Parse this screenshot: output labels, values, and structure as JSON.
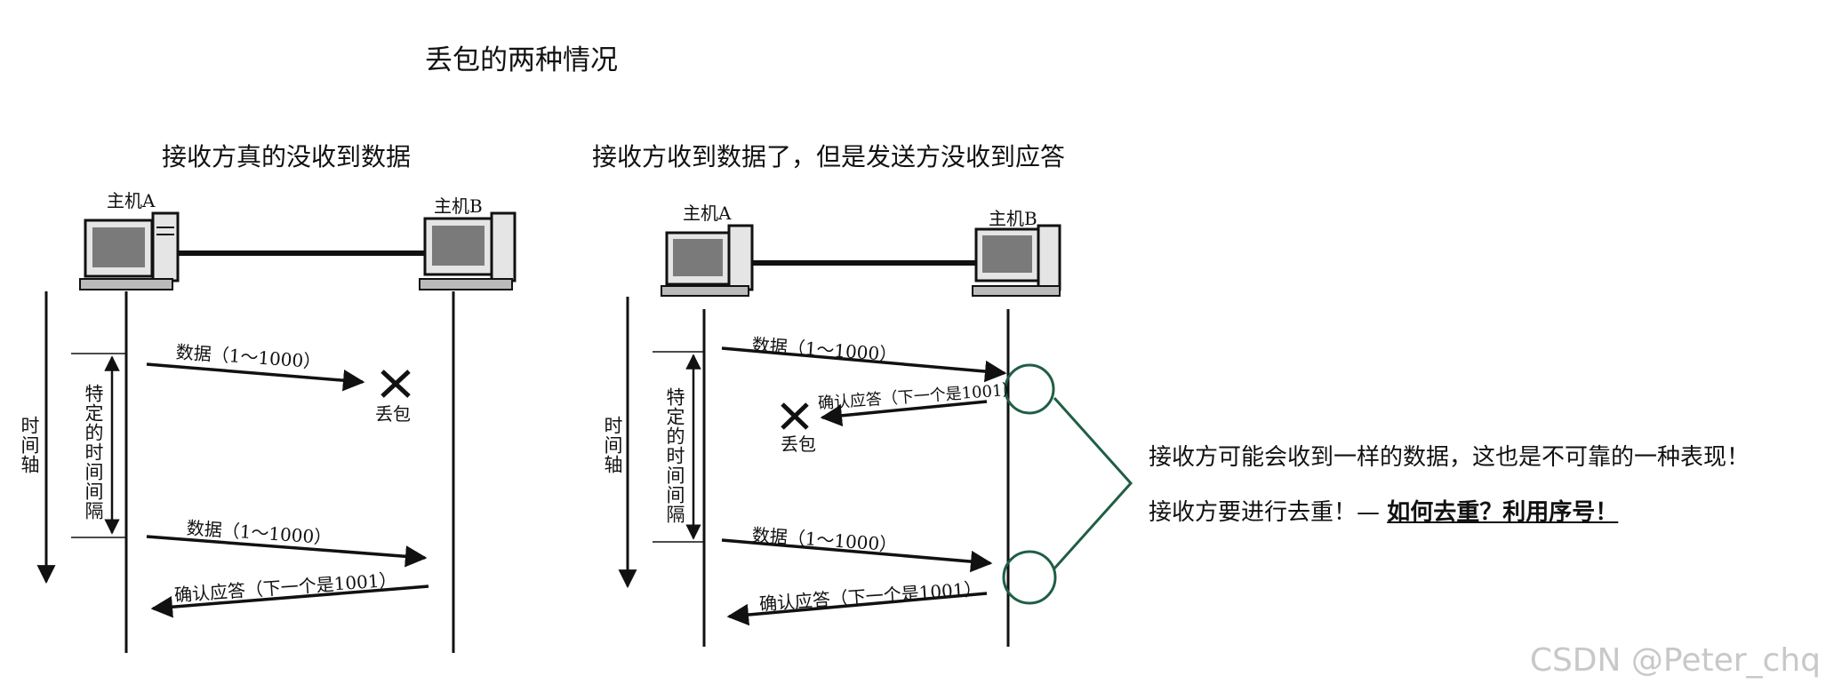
{
  "title": "丢包的两种情况",
  "left": {
    "subtitle": "接收方真的没收到数据",
    "host_a": "主机A",
    "host_b": "主机B",
    "time_axis": "时间轴",
    "interval": "特定的时间间隔",
    "msg1": "数据（1～1000）",
    "lost": "丢包",
    "msg2": "数据（1～1000）",
    "ack": "确认应答（下一个是1001）"
  },
  "right": {
    "subtitle": "接收方收到数据了，但是发送方没收到应答",
    "host_a": "主机A",
    "host_b": "主机B",
    "time_axis": "时间轴",
    "interval": "特定的时间间隔",
    "msg1": "数据（1～1000）",
    "ack_lost": "确认应答（下一个是1001）",
    "lost": "丢包",
    "msg2": "数据（1～1000）",
    "ack": "确认应答（下一个是1001）"
  },
  "note": {
    "line1": "接收方可能会收到一样的数据，这也是不可靠的一种表现！",
    "line2_prefix": "接收方要进行去重！— ",
    "line2_strong": "如何去重？利用序号！"
  },
  "watermark": "CSDN @Peter_chq",
  "colors": {
    "line": "#111111",
    "highlight": "#1f5e44",
    "watermark": "#c8c8c8"
  }
}
